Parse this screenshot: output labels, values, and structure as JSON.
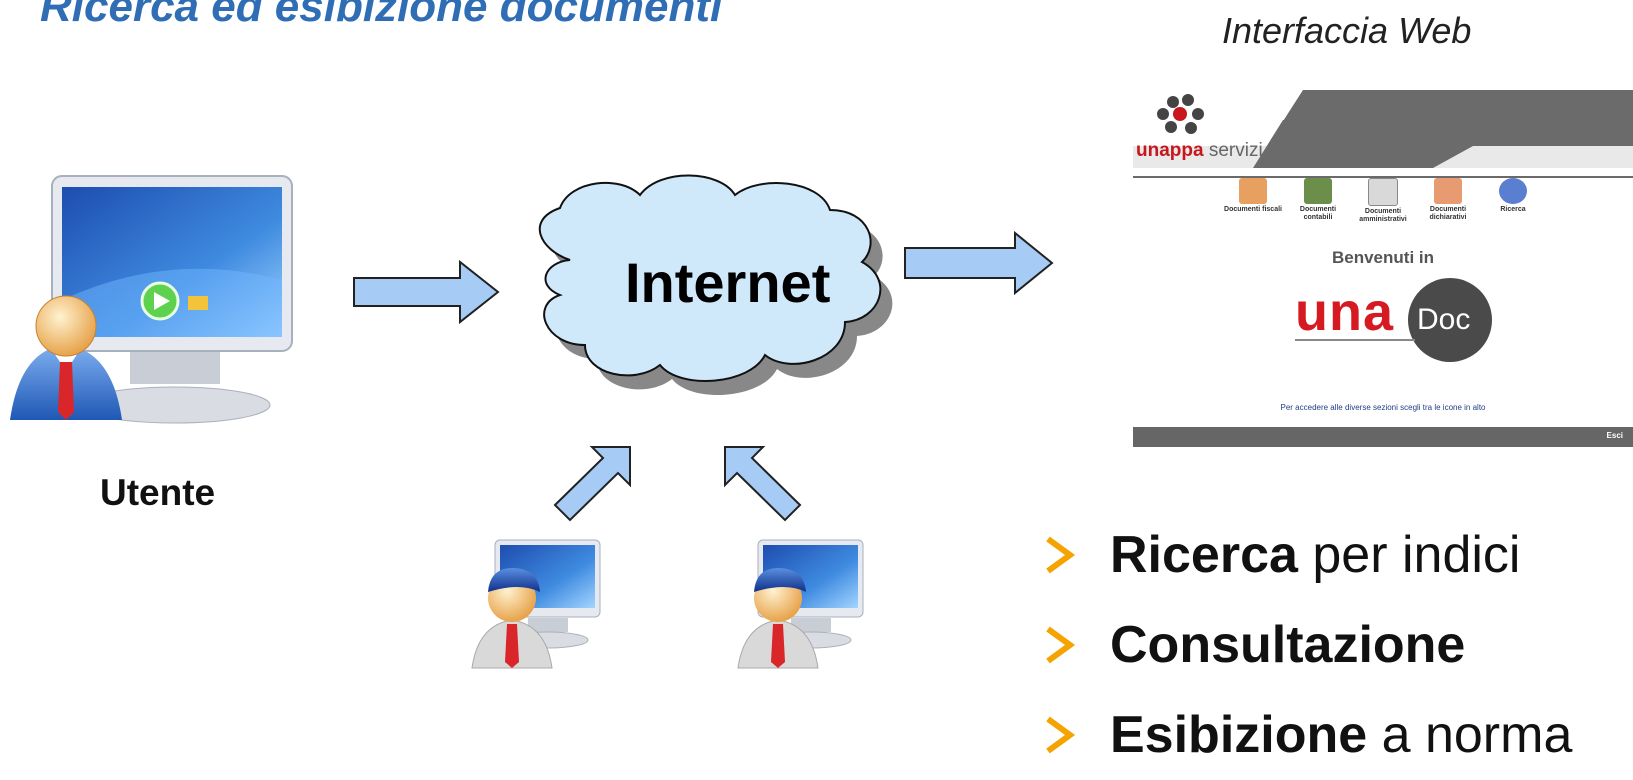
{
  "title": "Ricerca ed esibizione documenti",
  "web_interface": {
    "caption": "Interfaccia Web",
    "logo": {
      "una": "unappa",
      "rest": "servizi"
    },
    "icons": [
      {
        "label": "Documenti fiscali",
        "color": "#e8a060"
      },
      {
        "label": "Documenti contabili",
        "color": "#6b8f4a"
      },
      {
        "label": "Documenti amministrativi",
        "color": "#d9d9d9"
      },
      {
        "label": "Documenti dichiarativi",
        "color": "#e89a70"
      },
      {
        "label": "Ricerca",
        "color": "#5b7fd0"
      }
    ],
    "welcome": "Benvenuti in",
    "brand_una": "una",
    "brand_doc": "Doc",
    "info_text": "Per accedere alle diverse sezioni scegli tra le icone in alto",
    "exit_label": "Esci"
  },
  "diagram": {
    "user_label": "Utente",
    "cloud_label": "Internet"
  },
  "features": [
    {
      "bold": "Ricerca",
      "rest": " per indici"
    },
    {
      "bold": "Consultazione",
      "rest": ""
    },
    {
      "bold": "Esibizione",
      "rest": " a norma"
    }
  ],
  "colors": {
    "arrow_fill": "#a6ccf5",
    "cloud_fill": "#cfe9fb",
    "chevron": "#f5a300",
    "title": "#2f6eb5"
  }
}
